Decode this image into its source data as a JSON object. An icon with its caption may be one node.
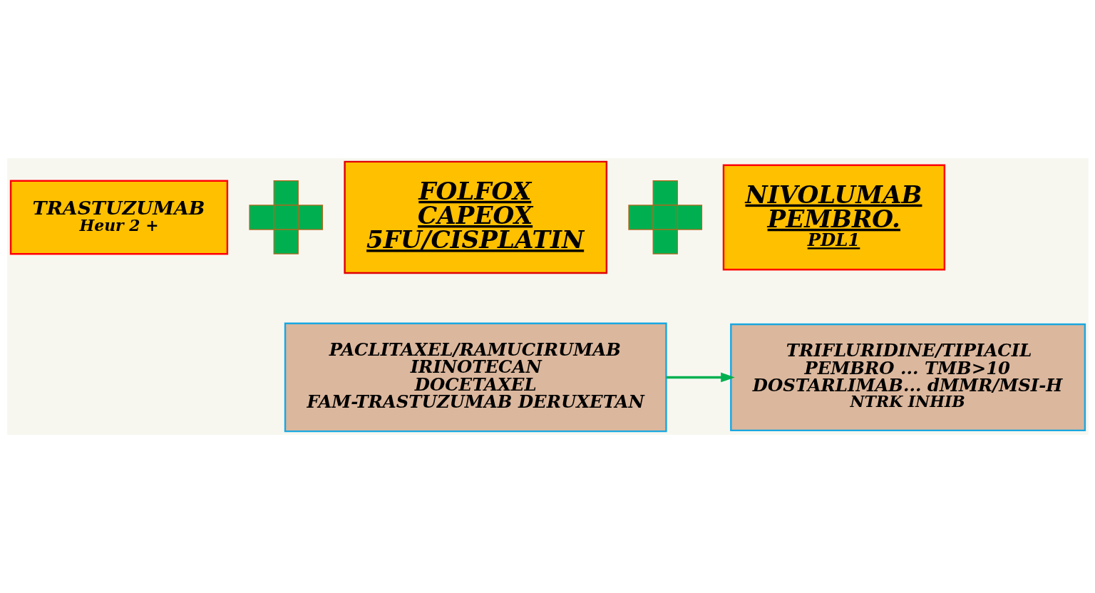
{
  "diagram": {
    "nodes": [
      {
        "text": [
          "TRASTUZUMAB",
          "Heur 2 +"
        ]
      },
      {
        "text": [],
        "shape": "cross"
      },
      {
        "text": [
          "FOLFOX",
          "CAPEOX",
          "5FU/CISPLATIN"
        ]
      },
      {
        "text": [],
        "shape": "cross"
      },
      {
        "text": [
          "NIVOLUMAB",
          "PEMBRO.",
          "PDL1"
        ]
      },
      {
        "text": [
          "PACLITAXEL/RAMUCIRUMAB",
          "IRINOTECAN",
          "DOCETAXEL",
          "FAM-TRASTUZUMAB DERUXETAN"
        ]
      },
      {
        "text": [
          "TRIFLURIDINE/TIPIACIL",
          "PEMBRO ... TMB>10",
          "DOSTARLIMAB... dMMR/MSI-H",
          "NTRK INHIB"
        ]
      }
    ],
    "edges": [
      {
        "from": 5,
        "to": 6,
        "arrow": "to",
        "color": "#00b050"
      }
    ]
  }
}
